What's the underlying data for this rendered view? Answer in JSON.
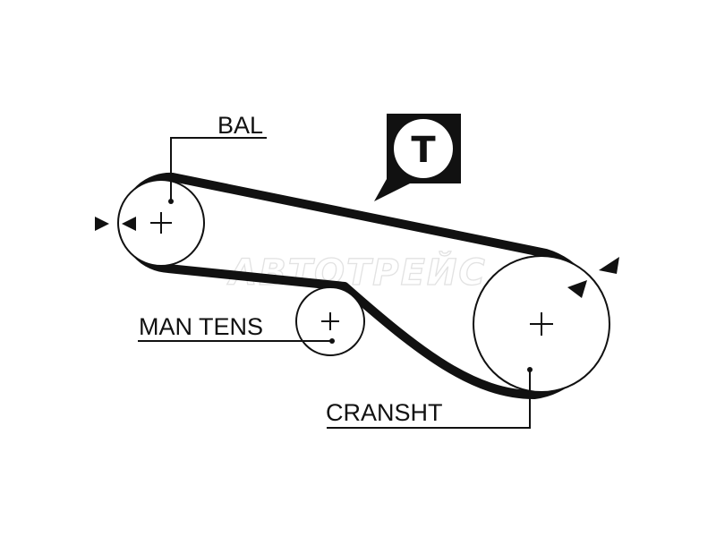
{
  "diagram": {
    "labels": {
      "bal": "BAL",
      "man_tens": "MAN TENS",
      "cranksht": "CRANSHT"
    },
    "timing_mark_letter": "T",
    "watermark": "АВТОТРЕЙС",
    "colors": {
      "ink": "#111111",
      "background": "#ffffff",
      "watermark": "#e2e2e2"
    }
  }
}
